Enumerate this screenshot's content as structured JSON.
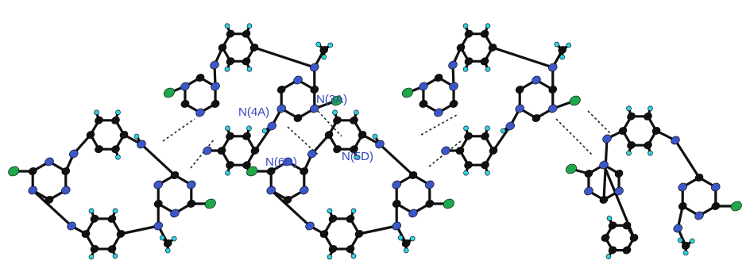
{
  "figure": {
    "labels": [
      {
        "id": "n4a",
        "text": "N(4A)"
      },
      {
        "id": "n3a",
        "text": "N(3A)"
      },
      {
        "id": "n6d",
        "text": "N(6D)"
      },
      {
        "id": "n5d",
        "text": "N(5D)"
      }
    ],
    "colors": {
      "carbon": "#111111",
      "nitrogen": "#3b57c9",
      "hydrogen": "#2fd3e3",
      "chlorine": "#1ea84a",
      "bond": "#111111",
      "label": "#3347b8"
    }
  }
}
